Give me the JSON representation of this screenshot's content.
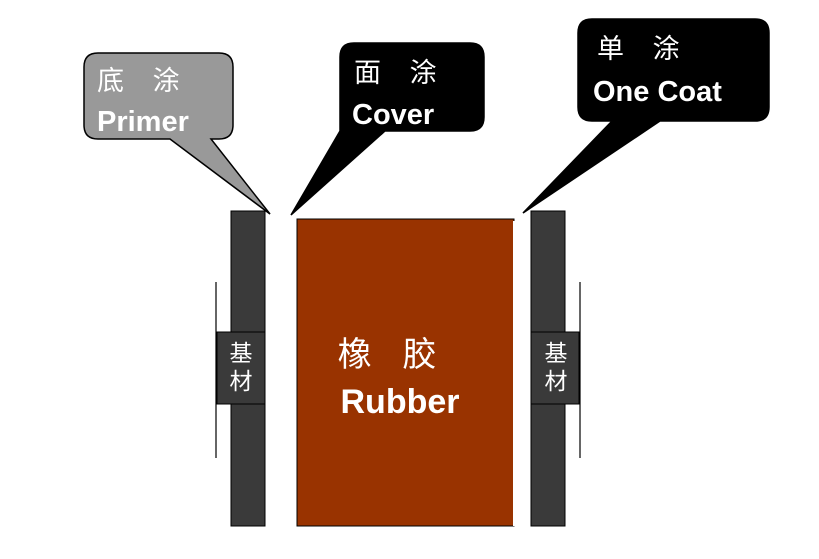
{
  "colors": {
    "substrate": "#3a3a3a",
    "rubber": "#993300",
    "callout_dark": "#000000",
    "callout_gray": "#999999",
    "text_light": "#ffffff"
  },
  "callouts": {
    "primer": {
      "zh": "底 涂",
      "en": "Primer"
    },
    "cover": {
      "zh": "面 涂",
      "en": "Cover"
    },
    "one_coat": {
      "zh": "单 涂",
      "en": "One Coat"
    }
  },
  "rubber": {
    "zh": "橡 胶",
    "en": "Rubber"
  },
  "substrate_left": {
    "line1": "基",
    "line2": "材"
  },
  "substrate_right": {
    "line1": "基",
    "line2": "材"
  }
}
